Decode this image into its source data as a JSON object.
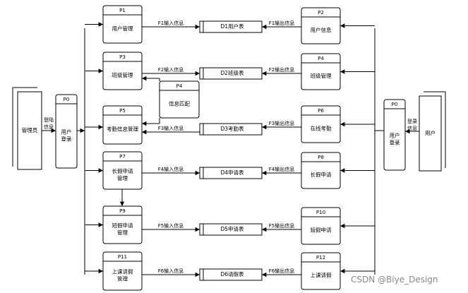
{
  "processes": [
    {
      "id": "P1",
      "name": "用户管理"
    },
    {
      "id": "P3",
      "name": "班级管理"
    },
    {
      "id": "P4",
      "name": "信息匹配"
    },
    {
      "id": "P5",
      "name": "考勤信息管理"
    },
    {
      "id": "P7",
      "name": "长假申请管理"
    },
    {
      "id": "P9",
      "name": "短假申请管理"
    },
    {
      "id": "P11",
      "name": "上课请假管理"
    },
    {
      "id": "P2",
      "name": "用户信息"
    },
    {
      "id": "P4",
      "name": "班级管理"
    },
    {
      "id": "P6",
      "name": "在线考勤"
    },
    {
      "id": "P8",
      "name": "长假申请"
    },
    {
      "id": "P10",
      "name": "短假申请"
    },
    {
      "id": "P12",
      "name": "上课请假"
    },
    {
      "id": "P0",
      "name": "用户登录"
    },
    {
      "id": "P0",
      "name": "用户登录"
    }
  ],
  "stores": [
    {
      "id": "D1",
      "name": "用户表"
    },
    {
      "id": "D2",
      "name": "班级表"
    },
    {
      "id": "D3",
      "name": "考勤表"
    },
    {
      "id": "D4",
      "name": "申请表"
    },
    {
      "id": "D5",
      "name": "申请表"
    },
    {
      "id": "D6",
      "name": "请假表"
    }
  ],
  "entities": [
    {
      "name": "管理员"
    },
    {
      "name": "用户"
    }
  ],
  "flows": [
    {
      "label": "F1输入信息"
    },
    {
      "label": "F1输出信息"
    },
    {
      "label": "F2输入信息"
    },
    {
      "label": "F2输出信息"
    },
    {
      "label": "F3输入信息"
    },
    {
      "label": "F3输出信息"
    },
    {
      "label": "F4输入信息"
    },
    {
      "label": "F4输出信息"
    },
    {
      "label": "F5输入信息"
    },
    {
      "label": "F5输出信息"
    },
    {
      "label": "F6输入信息"
    },
    {
      "label": "F6输出信息"
    },
    {
      "label": "登陆信息"
    },
    {
      "label": "登录信息"
    }
  ],
  "watermark": "CSDN @Biye_Design"
}
